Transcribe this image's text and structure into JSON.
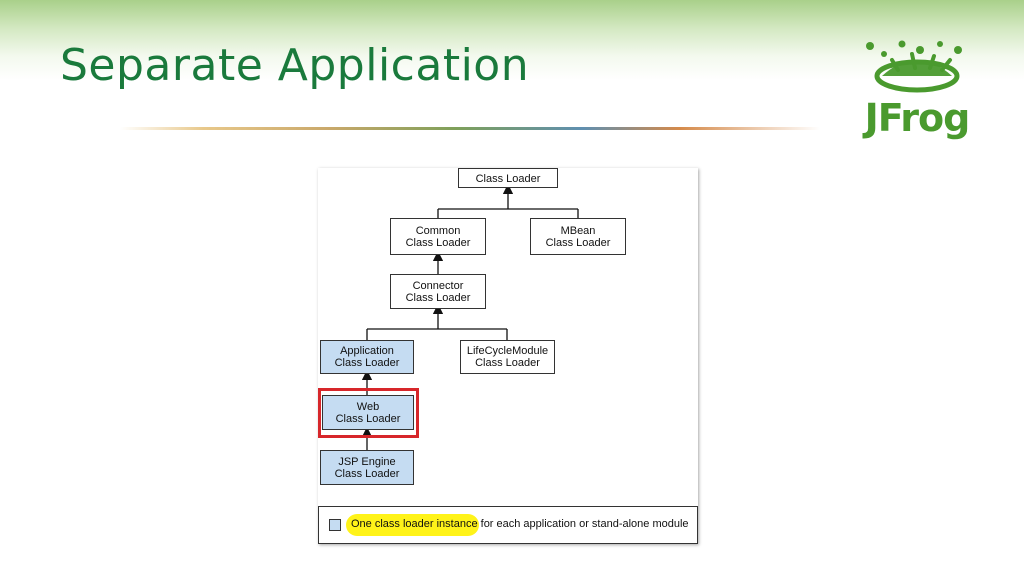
{
  "slide": {
    "title": "Separate Application",
    "logo_text": "JFrog",
    "title_color": "#1a7a3c",
    "logo_color": "#4a9a2e"
  },
  "diagram": {
    "nodes": {
      "top": "Class Loader",
      "common_l1": "Common",
      "common_l2": "Class Loader",
      "mbean_l1": "MBean",
      "mbean_l2": "Class Loader",
      "connector_l1": "Connector",
      "connector_l2": "Class Loader",
      "application_l1": "Application",
      "application_l2": "Class Loader",
      "lifecycle_l1": "LifeCycleModule",
      "lifecycle_l2": "Class Loader",
      "web_l1": "Web",
      "web_l2": "Class Loader",
      "jsp_l1": "JSP Engine",
      "jsp_l2": "Class Loader"
    },
    "legend": {
      "highlighted": "One class loader instance",
      "rest": " for each application or stand-alone module"
    },
    "colors": {
      "instance_fill": "#c5dcf2",
      "highlight_border": "#d7262a",
      "marker": "#fff200"
    }
  }
}
